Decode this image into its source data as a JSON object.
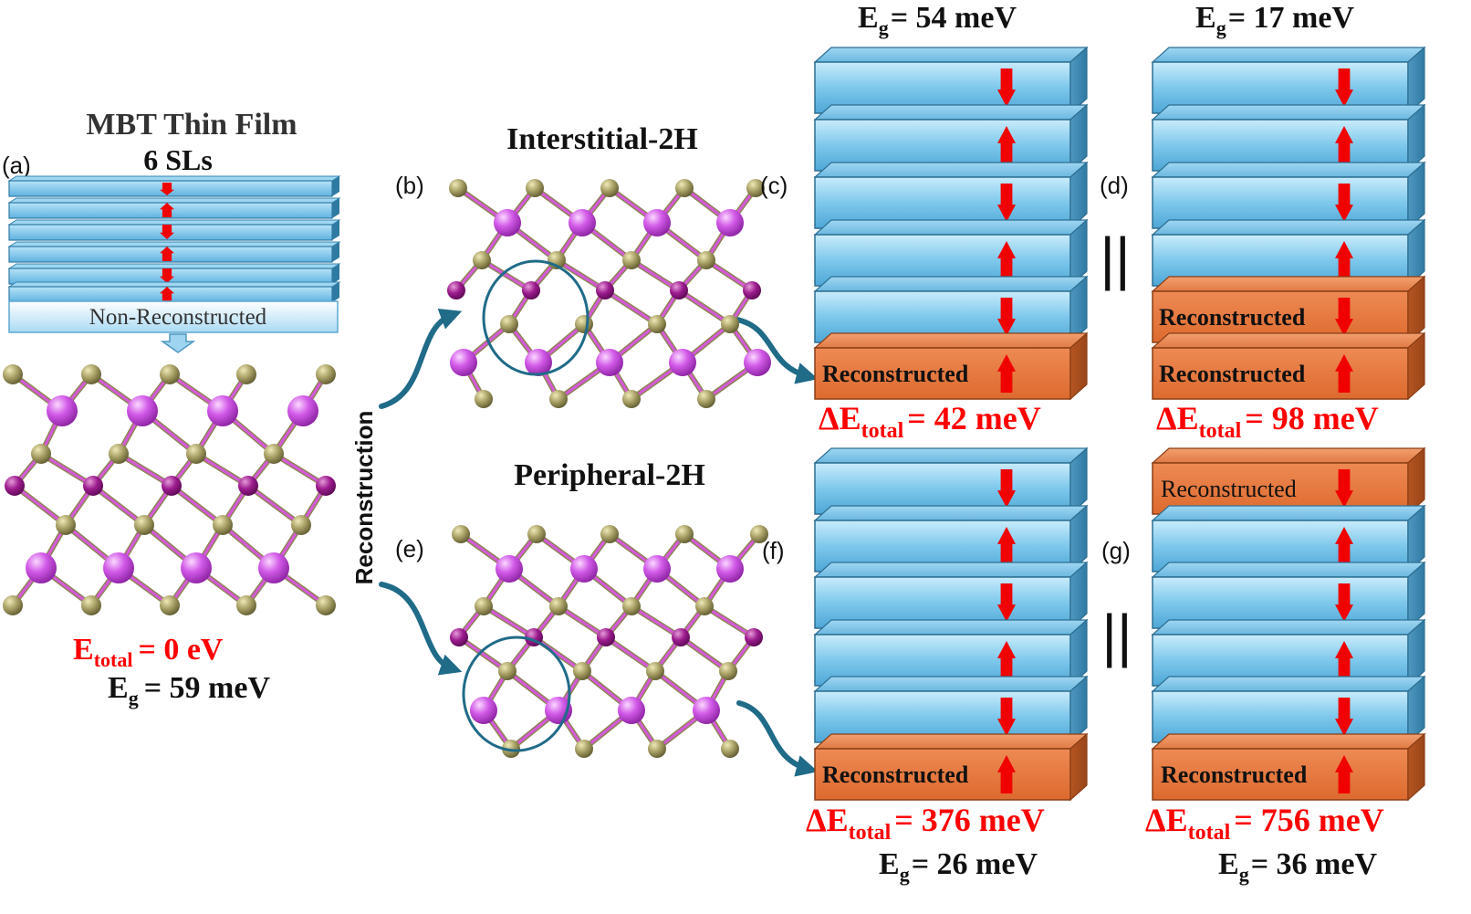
{
  "colors": {
    "slab_blue": "#7ec8ec",
    "slab_orange": "#e4733b",
    "arrow_red": "#f00000",
    "atom_mn": "#9c1b8e",
    "atom_bi": "#d25ae8",
    "atom_te": "#a8a065",
    "connector": "#1f6b88",
    "energy_red": "#ff0000"
  },
  "panel_a": {
    "label": "(a)",
    "title_line1": "MBT Thin Film",
    "title_line2": "6 SLs",
    "bottom_layer": "Non-Reconstructed",
    "energy_main": "E",
    "energy_sub": "total",
    "energy_value": "= 0 eV",
    "gap_main": "E",
    "gap_sub": "g",
    "gap_value": "= 59 meV"
  },
  "reconstruction_label": "Reconstruction",
  "panel_b": {
    "label": "(b)",
    "title": "Interstitial-2H"
  },
  "panel_e": {
    "label": "(e)",
    "title": "Peripheral-2H"
  },
  "panel_c": {
    "label": "(c)",
    "gap_main": "E",
    "gap_sub": "g",
    "gap_value": "= 54 meV",
    "delta_main": "ΔE",
    "delta_sub": "total",
    "delta_value": "= 42 meV",
    "reconstructed": "Reconstructed"
  },
  "panel_d": {
    "label": "(d)",
    "gap_main": "E",
    "gap_sub": "g",
    "gap_value": "= 17 meV",
    "delta_main": "ΔE",
    "delta_sub": "total",
    "delta_value": "= 98 meV",
    "reconstructed": "Reconstructed"
  },
  "panel_f": {
    "label": "(f)",
    "gap_main": "E",
    "gap_sub": "g",
    "gap_value": "= 26 meV",
    "delta_main": "ΔE",
    "delta_sub": "total",
    "delta_value": "= 376 meV",
    "reconstructed": "Reconstructed"
  },
  "panel_g": {
    "label": "(g)",
    "gap_main": "E",
    "gap_sub": "g",
    "gap_value": "= 36 meV",
    "delta_main": "ΔE",
    "delta_sub": "total",
    "delta_value": "= 756 meV",
    "reconstructed": "Reconstructed"
  },
  "equals_symbol": "||"
}
